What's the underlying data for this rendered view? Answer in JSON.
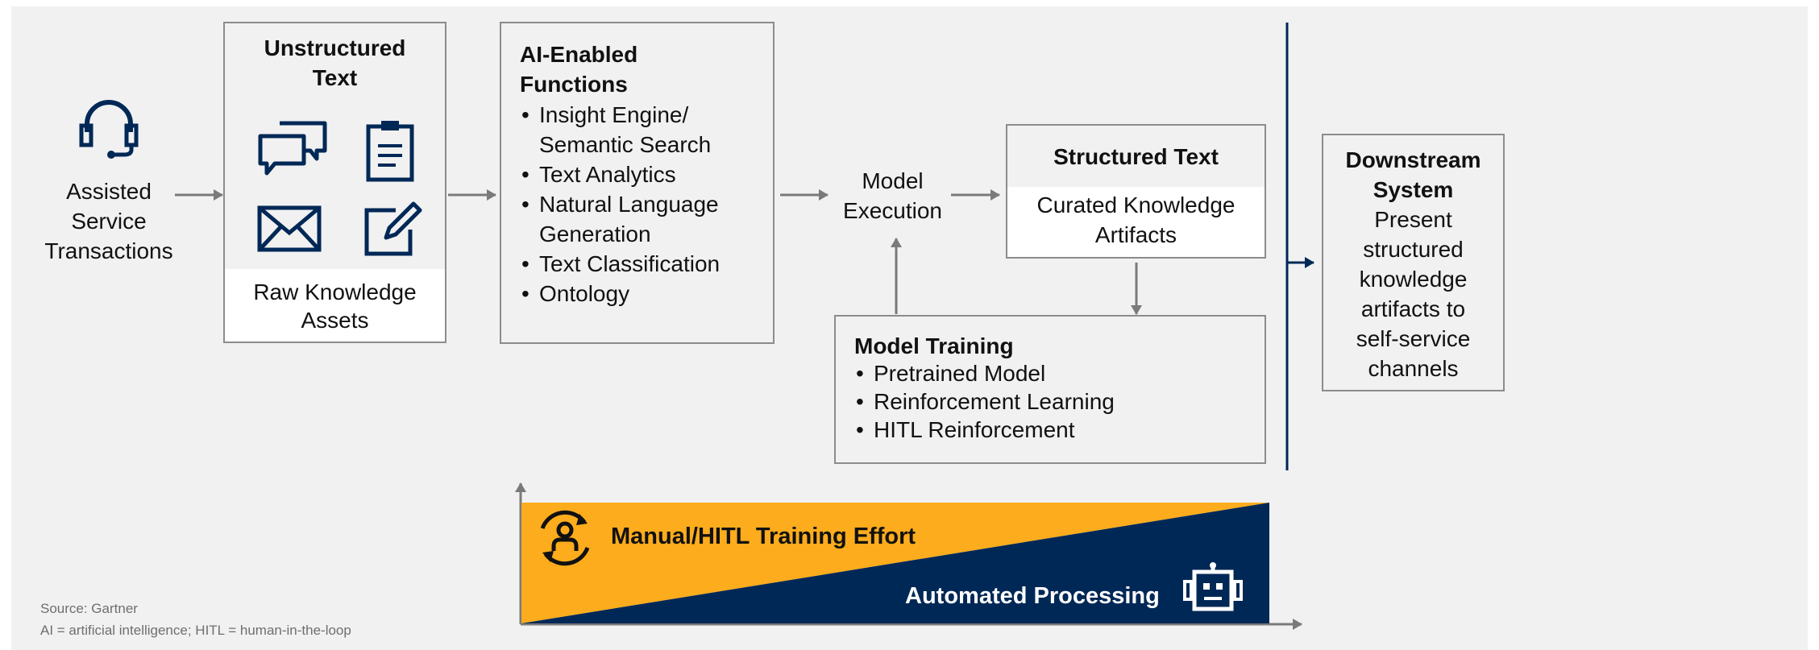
{
  "start": {
    "label_lines": [
      "Assisted",
      "Service",
      "Transactions"
    ],
    "icon": "headset-icon"
  },
  "unstructured": {
    "title_lines": [
      "Unstructured",
      "Text"
    ],
    "icons": [
      "chat-bubbles-icon",
      "clipboard-icon",
      "envelope-icon",
      "edit-document-icon"
    ],
    "footer_lines": [
      "Raw Knowledge",
      "Assets"
    ]
  },
  "ai_functions": {
    "title_lines": [
      "AI-Enabled",
      "Functions"
    ],
    "items": [
      [
        "Insight Engine/",
        "Semantic Search"
      ],
      [
        "Text Analytics"
      ],
      [
        "Natural Language",
        "Generation"
      ],
      [
        "Text Classification"
      ],
      [
        "Ontology"
      ]
    ]
  },
  "model_execution": {
    "label_lines": [
      "Model",
      "Execution"
    ]
  },
  "structured": {
    "title": "Structured Text",
    "body_lines": [
      "Curated Knowledge",
      "Artifacts"
    ]
  },
  "model_training": {
    "title": "Model Training",
    "items": [
      "Pretrained Model",
      "Reinforcement Learning",
      "HITL Reinforcement"
    ]
  },
  "downstream": {
    "title_lines": [
      "Downstream",
      "System"
    ],
    "body_lines": [
      "Present",
      "structured",
      "knowledge",
      "artifacts to",
      "self-service",
      "channels"
    ]
  },
  "effort": {
    "manual_label": "Manual/HITL Training Effort",
    "automated_label": "Automated Processing",
    "manual_icon": "person-cycle-icon",
    "automated_icon": "robot-icon"
  },
  "colors": {
    "navy": "#002856",
    "gold": "#fcac1c",
    "gray": "#8c8c8c",
    "line": "#7a7a7a"
  },
  "footer": {
    "source": "Source: Gartner",
    "note": "AI = artificial intelligence; HITL = human-in-the-loop"
  }
}
